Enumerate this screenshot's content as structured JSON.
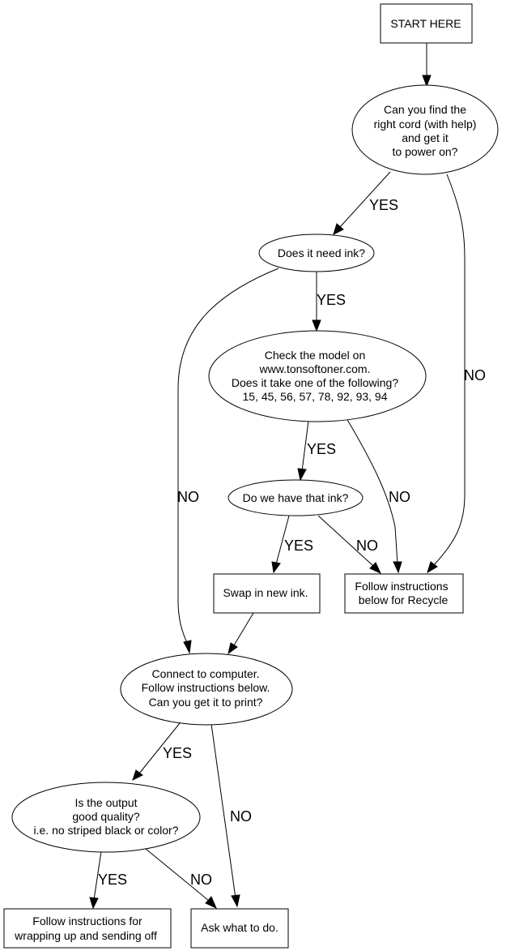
{
  "diagram": {
    "type": "flowchart",
    "nodes": [
      {
        "id": "start",
        "shape": "box",
        "lines": [
          "START HERE"
        ]
      },
      {
        "id": "cord",
        "shape": "ellipse",
        "lines": [
          "Can you find the",
          "right cord (with help)",
          "and get it",
          "to power on?"
        ]
      },
      {
        "id": "need_ink",
        "shape": "ellipse",
        "lines": [
          "Does it need ink?"
        ]
      },
      {
        "id": "check_model",
        "shape": "ellipse",
        "lines": [
          "Check the model on",
          "www.tonsoftoner.com.",
          "Does it take one of the following?",
          "15, 45, 56, 57, 78, 92, 93, 94"
        ]
      },
      {
        "id": "have_ink",
        "shape": "ellipse",
        "lines": [
          "Do we have that ink?"
        ]
      },
      {
        "id": "swap",
        "shape": "box",
        "lines": [
          "Swap in new ink."
        ]
      },
      {
        "id": "recycle",
        "shape": "box",
        "lines": [
          "Follow instructions",
          "below for Recycle"
        ]
      },
      {
        "id": "connect",
        "shape": "ellipse",
        "lines": [
          "Connect to computer.",
          "Follow instructions below.",
          "Can you get it to print?"
        ]
      },
      {
        "id": "quality",
        "shape": "ellipse",
        "lines": [
          "Is the output",
          "good quality?",
          "i.e. no striped black or color?"
        ]
      },
      {
        "id": "wrap",
        "shape": "box",
        "lines": [
          "Follow instructions for",
          "wrapping up and sending off"
        ]
      },
      {
        "id": "ask",
        "shape": "box",
        "lines": [
          "Ask what to do."
        ]
      }
    ],
    "edges": [
      {
        "from": "start",
        "to": "cord",
        "label": ""
      },
      {
        "from": "cord",
        "to": "need_ink",
        "label": "YES"
      },
      {
        "from": "cord",
        "to": "recycle",
        "label": "NO"
      },
      {
        "from": "need_ink",
        "to": "check_model",
        "label": "YES"
      },
      {
        "from": "need_ink",
        "to": "connect",
        "label": "NO"
      },
      {
        "from": "check_model",
        "to": "have_ink",
        "label": "YES"
      },
      {
        "from": "check_model",
        "to": "recycle",
        "label": "NO"
      },
      {
        "from": "have_ink",
        "to": "swap",
        "label": "YES"
      },
      {
        "from": "have_ink",
        "to": "recycle",
        "label": "NO"
      },
      {
        "from": "swap",
        "to": "connect",
        "label": ""
      },
      {
        "from": "connect",
        "to": "quality",
        "label": "YES"
      },
      {
        "from": "connect",
        "to": "ask",
        "label": "NO"
      },
      {
        "from": "quality",
        "to": "wrap",
        "label": "YES"
      },
      {
        "from": "quality",
        "to": "ask",
        "label": "NO"
      }
    ]
  }
}
